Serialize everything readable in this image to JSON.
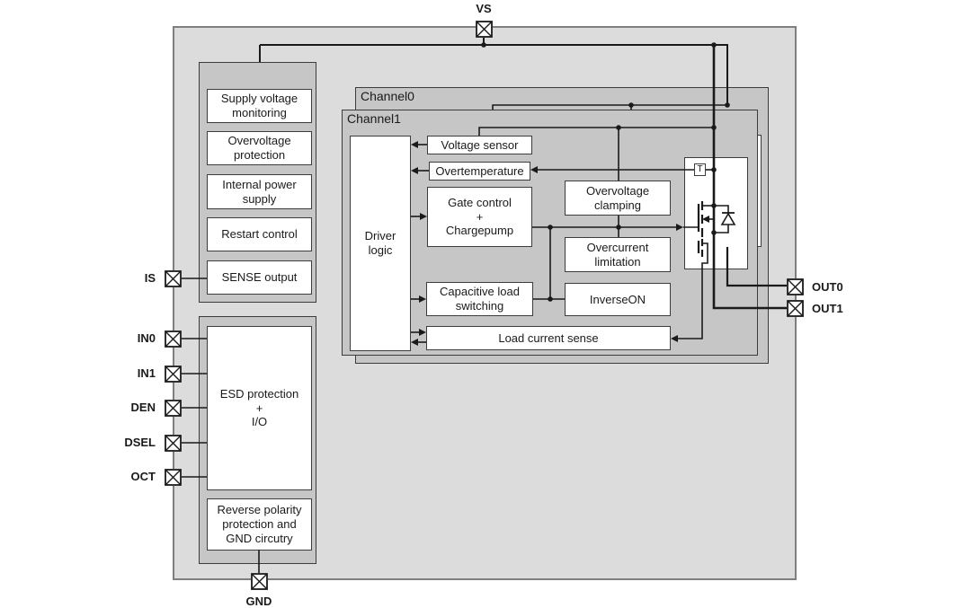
{
  "pins": {
    "vs": "VS",
    "gnd": "GND",
    "is": "IS",
    "in0": "IN0",
    "in1": "IN1",
    "den": "DEN",
    "dsel": "DSEL",
    "oct": "OCT",
    "out0": "OUT0",
    "out1": "OUT1"
  },
  "channels": {
    "channel0": "Channel0",
    "channel1": "Channel1"
  },
  "blocks": {
    "supply_voltage_monitoring": "Supply voltage\nmonitoring",
    "overvoltage_protection": "Overvoltage\nprotection",
    "internal_power_supply": "Internal power\nsupply",
    "restart_control": "Restart control",
    "sense_output": "SENSE output",
    "esd_protection": "ESD protection\n+\nI/O",
    "reverse_polarity": "Reverse polarity\nprotection and\nGND circutry",
    "driver_logic": "Driver\nlogic",
    "voltage_sensor": "Voltage sensor",
    "overtemperature": "Overtemperature",
    "gate_control": "Gate control\n+\nChargepump",
    "capacitive_load_switching": "Capacitive load\nswitching",
    "load_current_sense": "Load current sense",
    "overvoltage_clamping": "Overvoltage\nclamping",
    "overcurrent_limitation": "Overcurrent\nlimitation",
    "inverse_on": "InverseON",
    "temp_sensor": "T"
  },
  "colors": {
    "chip_fill": "#dcdcdc",
    "panel_fill": "#c6c6c6",
    "box_fill": "#ffffff",
    "line": "#1a1a1a",
    "border": "#3c3c3c",
    "chip_border": "#7f7f7f"
  }
}
